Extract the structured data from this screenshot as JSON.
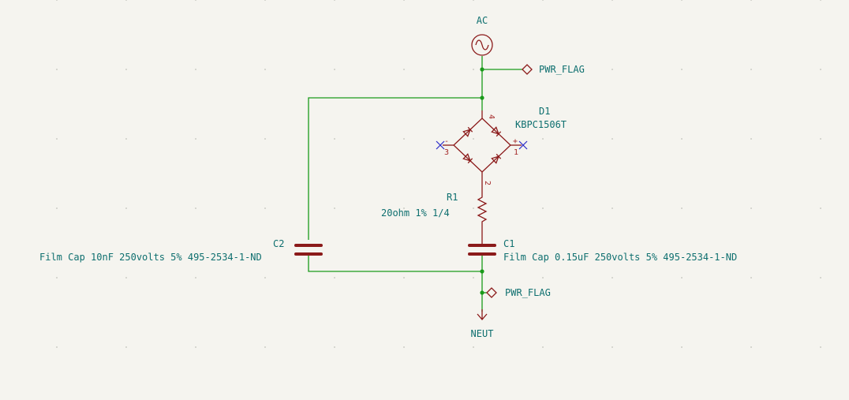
{
  "nets": {
    "ac": "AC",
    "neut": "NEUT",
    "pwr_flag_top": "PWR_FLAG",
    "pwr_flag_bottom": "PWR_FLAG"
  },
  "components": {
    "d1": {
      "ref": "D1",
      "value": "KBPC1506T",
      "pins": {
        "p1": "1",
        "p2": "2",
        "p3": "3",
        "p4": "4",
        "plus": "+",
        "minus": "-"
      }
    },
    "r1": {
      "ref": "R1",
      "value": "20ohm 1% 1/4"
    },
    "c1": {
      "ref": "C1",
      "value": "Film Cap 0.15uF 250volts 5% 495-2534-1-ND"
    },
    "c2": {
      "ref": "C2",
      "value": "Film Cap 10nF 250volts 5% 495-2534-1-ND"
    }
  },
  "icons": [
    "ac-source-icon",
    "pwr-flag-icon",
    "ground-arrow-icon",
    "no-connect-icon"
  ],
  "colors": {
    "background": "#f5f4ef",
    "wire": "#1a9a1a",
    "component": "#8b1a1a",
    "label": "#0e6f6f",
    "no_connect": "#2b2bc8"
  }
}
